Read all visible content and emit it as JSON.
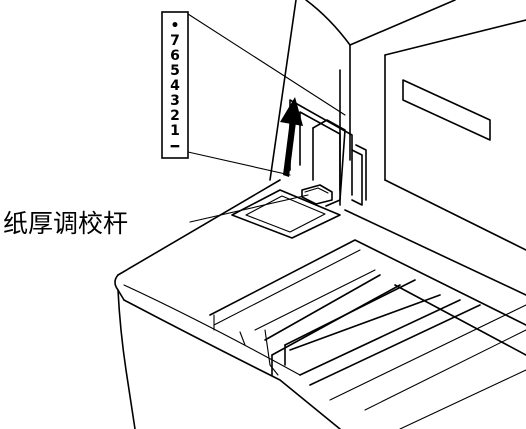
{
  "gauge": {
    "dot": "•",
    "marks": [
      "7",
      "6",
      "5",
      "4",
      "3",
      "2",
      "1"
    ],
    "bar": "━"
  },
  "callout": {
    "label": "纸厚调校杆"
  }
}
